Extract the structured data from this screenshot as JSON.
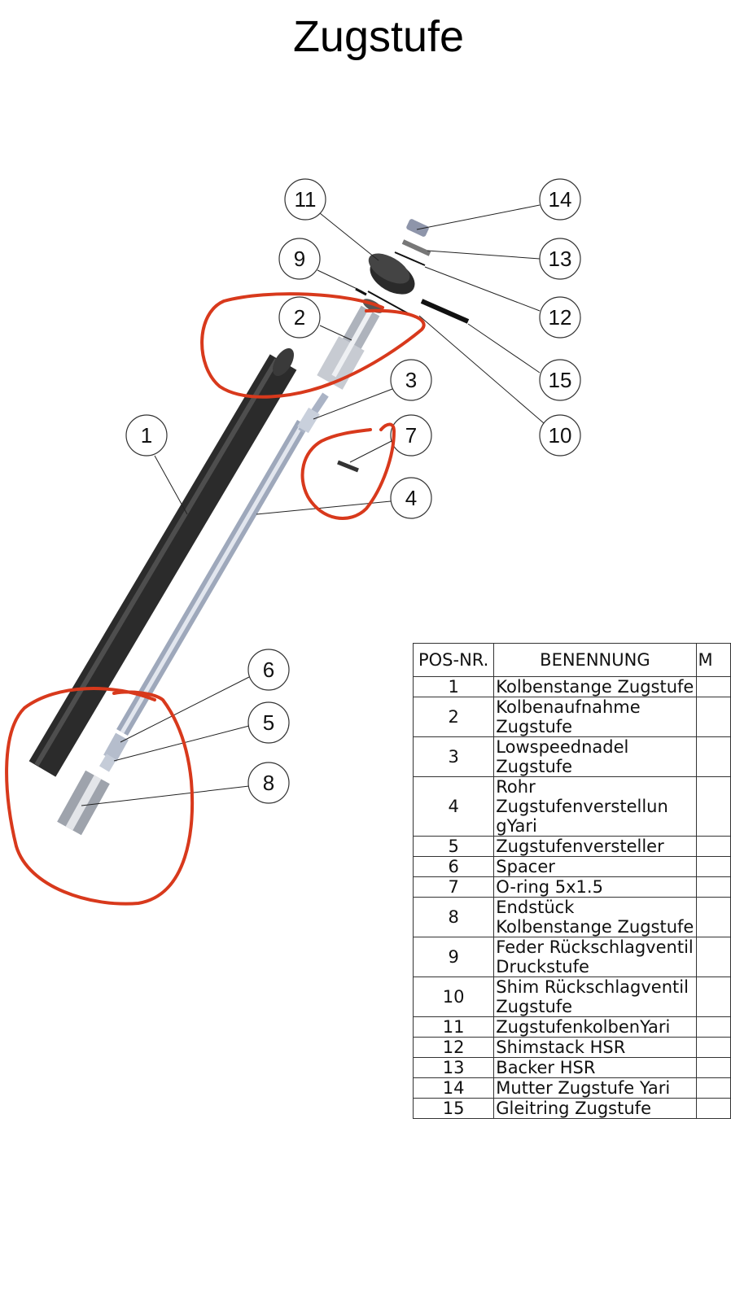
{
  "title": "Zugstufe",
  "balloons": [
    "1",
    "2",
    "3",
    "4",
    "5",
    "6",
    "7",
    "8",
    "9",
    "10",
    "11",
    "12",
    "13",
    "14",
    "15"
  ],
  "colors": {
    "markup": "#d8391c",
    "tube": "#333333",
    "rod": "#b8c2d6"
  },
  "bom": {
    "headers": [
      "POS-NR.",
      "BENENNUNG",
      "M"
    ],
    "rows": [
      {
        "pos": "1",
        "name": "Kolbenstange Zugstufe"
      },
      {
        "pos": "2",
        "name": "Kolbenaufnahme Zugstufe"
      },
      {
        "pos": "3",
        "name": "Lowspeednadel Zugstufe"
      },
      {
        "pos": "4",
        "name": "Rohr Zugstufenverstellun gYari"
      },
      {
        "pos": "5",
        "name": "Zugstufenversteller"
      },
      {
        "pos": "6",
        "name": "Spacer"
      },
      {
        "pos": "7",
        "name": "O-ring 5x1.5"
      },
      {
        "pos": "8",
        "name": "Endstück Kolbenstange Zugstufe"
      },
      {
        "pos": "9",
        "name": "Feder Rückschlagventil Druckstufe"
      },
      {
        "pos": "10",
        "name": "Shim Rückschlagventil Zugstufe"
      },
      {
        "pos": "11",
        "name": "ZugstufenkolbenYari"
      },
      {
        "pos": "12",
        "name": "Shimstack HSR"
      },
      {
        "pos": "13",
        "name": "Backer HSR"
      },
      {
        "pos": "14",
        "name": "Mutter Zugstufe Yari"
      },
      {
        "pos": "15",
        "name": "Gleitring Zugstufe"
      }
    ]
  }
}
